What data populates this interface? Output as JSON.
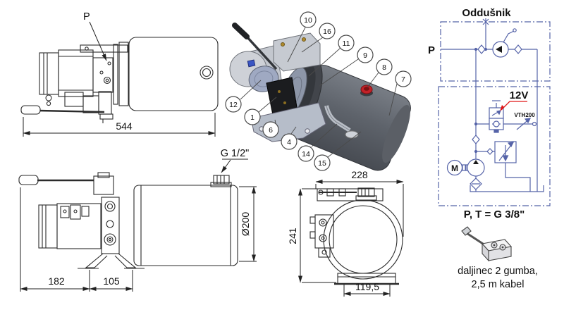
{
  "side_view": {
    "port_label": "P",
    "dim_length": "544"
  },
  "assembly_3d": {
    "callouts": [
      "10",
      "16",
      "11",
      "9",
      "8",
      "7",
      "12",
      "1",
      "6",
      "4",
      "14",
      "15"
    ]
  },
  "schematic": {
    "breather_label": "Oddušnik",
    "port_label": "P",
    "voltage_label": "12V",
    "throttle_label": "VTH200",
    "motor_label": "M",
    "ports_note": "P, T = G 3/8\"",
    "line_color": "#5563a8",
    "voltage_color": "#e01616"
  },
  "bottom_view": {
    "cap_thread_label": "G 1/2\"",
    "dim_overhang": "182",
    "dim_base_offset": "105",
    "dim_diameter": "Ø200"
  },
  "front_view": {
    "dim_width": "228",
    "dim_height": "241",
    "dim_base_width": "119,5"
  },
  "remote": {
    "caption_line1": "daljinec 2 gumba,",
    "caption_line2": "2,5 m kabel"
  }
}
